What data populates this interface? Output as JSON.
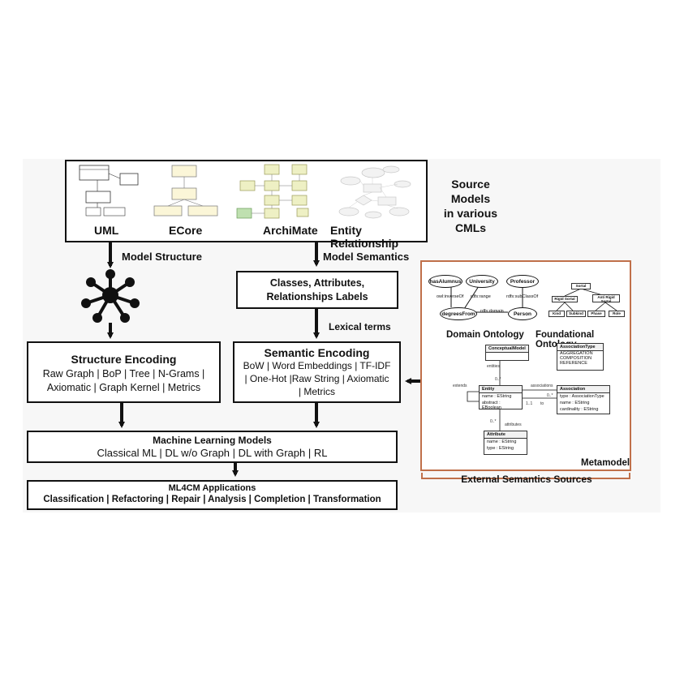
{
  "source_models": {
    "labels": [
      "UML",
      "ECore",
      "ArchiMate",
      "Entity Relationship"
    ],
    "caption": "Source\nModels\nin various\nCMLs"
  },
  "model_structure": "Model Structure",
  "model_semantics": "Model Semantics",
  "classes_box": "Classes, Attributes,\nRelationships Labels",
  "lexical_terms": "Lexical terms",
  "structure_encoding": {
    "title": "Structure Encoding",
    "body": "Raw Graph | BoP | Tree | N-Grams |\nAxiomatic | Graph Kernel | Metrics"
  },
  "semantic_encoding": {
    "title": "Semantic Encoding",
    "body": "BoW | Word Embeddings | TF-IDF\n| One-Hot |Raw String | Axiomatic\n| Metrics"
  },
  "ml_models": {
    "title": "Machine Learning Models",
    "body": "Classical ML | DL w/o Graph | DL with Graph | RL"
  },
  "applications": {
    "title": "ML4CM Applications",
    "body": "Classification | Refactoring | Repair | Analysis | Completion | Transformation"
  },
  "external": {
    "domain_ontology": "Domain Ontology",
    "foundational_ontology": "Foundational Ontology",
    "metamodel": "Metamodel",
    "caption": "External Semantics Sources",
    "ontology_nodes": {
      "has_alumnus": "hasAlumnus",
      "university": "University",
      "degrees_from": "degreesFrom",
      "professor": "Professor",
      "person": "Person",
      "inverse_of": "owl:inverseOf",
      "range": "rdfs:range",
      "domain": "rdfs:domain",
      "subclass": "rdfs:subClassOf"
    },
    "foundational_nodes": {
      "sortal": "Sortal",
      "rigid_sortal": "Rigid Sortal",
      "anti_rigid_sortal": "Anti Rigid Sortal",
      "kind": "Kind",
      "subkind": "Subkind",
      "phase": "Phase",
      "role": "Role"
    },
    "metamodel_nodes": {
      "conceptual_model": "ConceptualModel",
      "entities": "entities",
      "many": "0..*",
      "entity": "Entity",
      "entity_attr1": "name : EString",
      "entity_attr2": "abstract : EBoolean",
      "extends": "extends",
      "associations": "associations",
      "one_one": "1..1",
      "to": "to",
      "association_type": "AssociationType",
      "at1": "AGGREGATION",
      "at2": "COMPOSITION",
      "at3": "REFERENCE",
      "association": "Association",
      "as1": "type : AssociationType",
      "as2": "name : EString",
      "as3": "cardinality : EString",
      "attributes": "attributes",
      "attribute": "Attribute",
      "a1": "name : EString",
      "a2": "type : EString"
    }
  },
  "colors": {
    "external_border": "#c0704a",
    "archimate_node": "#eef0c4"
  }
}
